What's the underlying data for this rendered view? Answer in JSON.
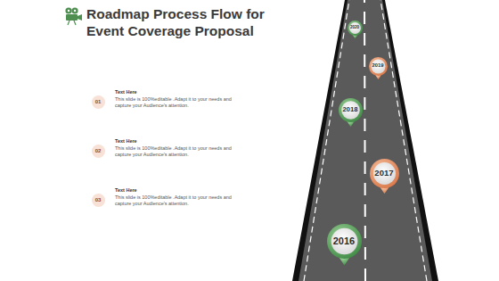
{
  "diagram": {
    "title": "Roadmap Process Flow for Event Coverage Proposal",
    "nodes": [
      {
        "text": [
          "01"
        ]
      },
      {
        "text": [
          "02"
        ]
      },
      {
        "text": [
          "03"
        ]
      },
      {
        "text": [
          "2020"
        ]
      },
      {
        "text": [
          "2019"
        ]
      },
      {
        "text": [
          "2018"
        ]
      },
      {
        "text": [
          "2017"
        ]
      },
      {
        "text": [
          "2016"
        ]
      }
    ],
    "labels": [
      "Text Here",
      "This slide is 100%editable .Adapt it to your needs and capture your Audience's attention.",
      "Text Here",
      "This slide is 100%editable .Adapt it to your needs and capture your Audience's attention.",
      "Text Here",
      "This slide is 100%editable .Adapt it to your needs and capture your Audience's attention."
    ]
  }
}
